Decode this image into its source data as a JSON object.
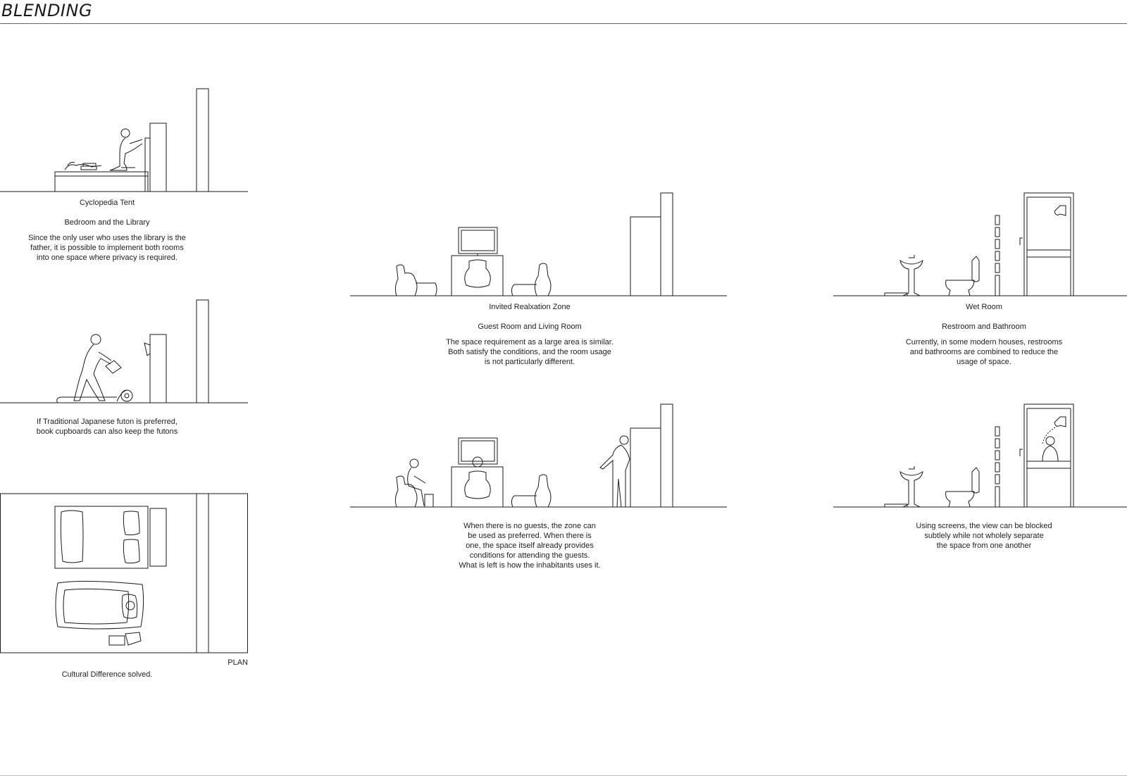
{
  "page": {
    "title": "BLENDING"
  },
  "bedroom_library": {
    "zone": "Cyclopedia Tent",
    "rooms": "Bedroom and the Library",
    "description": [
      "Since the only user who uses the library is the",
      "father, it is possible to implement both rooms",
      "into one space where privacy is required."
    ],
    "futon_note": [
      "If Traditional Japanese futon is preferred,",
      "book cupboards can also keep the futons"
    ],
    "plan_label": "PLAN",
    "plan_caption": "Cultural Difference solved."
  },
  "relaxation": {
    "zone": "Invited Realxation Zone",
    "rooms": "Guest Room and Living Room",
    "description": [
      "The space requirement as a large area is similar.",
      "Both satisfy the conditions, and the room usage",
      "is not particularly different."
    ],
    "note": [
      "When there is no guests, the zone can",
      "be used as preferred. When there is",
      "one, the space itself already provides",
      "conditions for attending the guests.",
      "What is left is how the inhabitants uses it."
    ]
  },
  "wet_room": {
    "zone": "Wet Room",
    "rooms": "Restroom and Bathroom",
    "description": [
      "Currently, in some modern houses, restrooms",
      "and bathrooms are combined to reduce the",
      "usage of space."
    ],
    "note": [
      "Using screens, the view can be blocked",
      "subtlely while not wholely separate",
      "the space from one another"
    ]
  }
}
